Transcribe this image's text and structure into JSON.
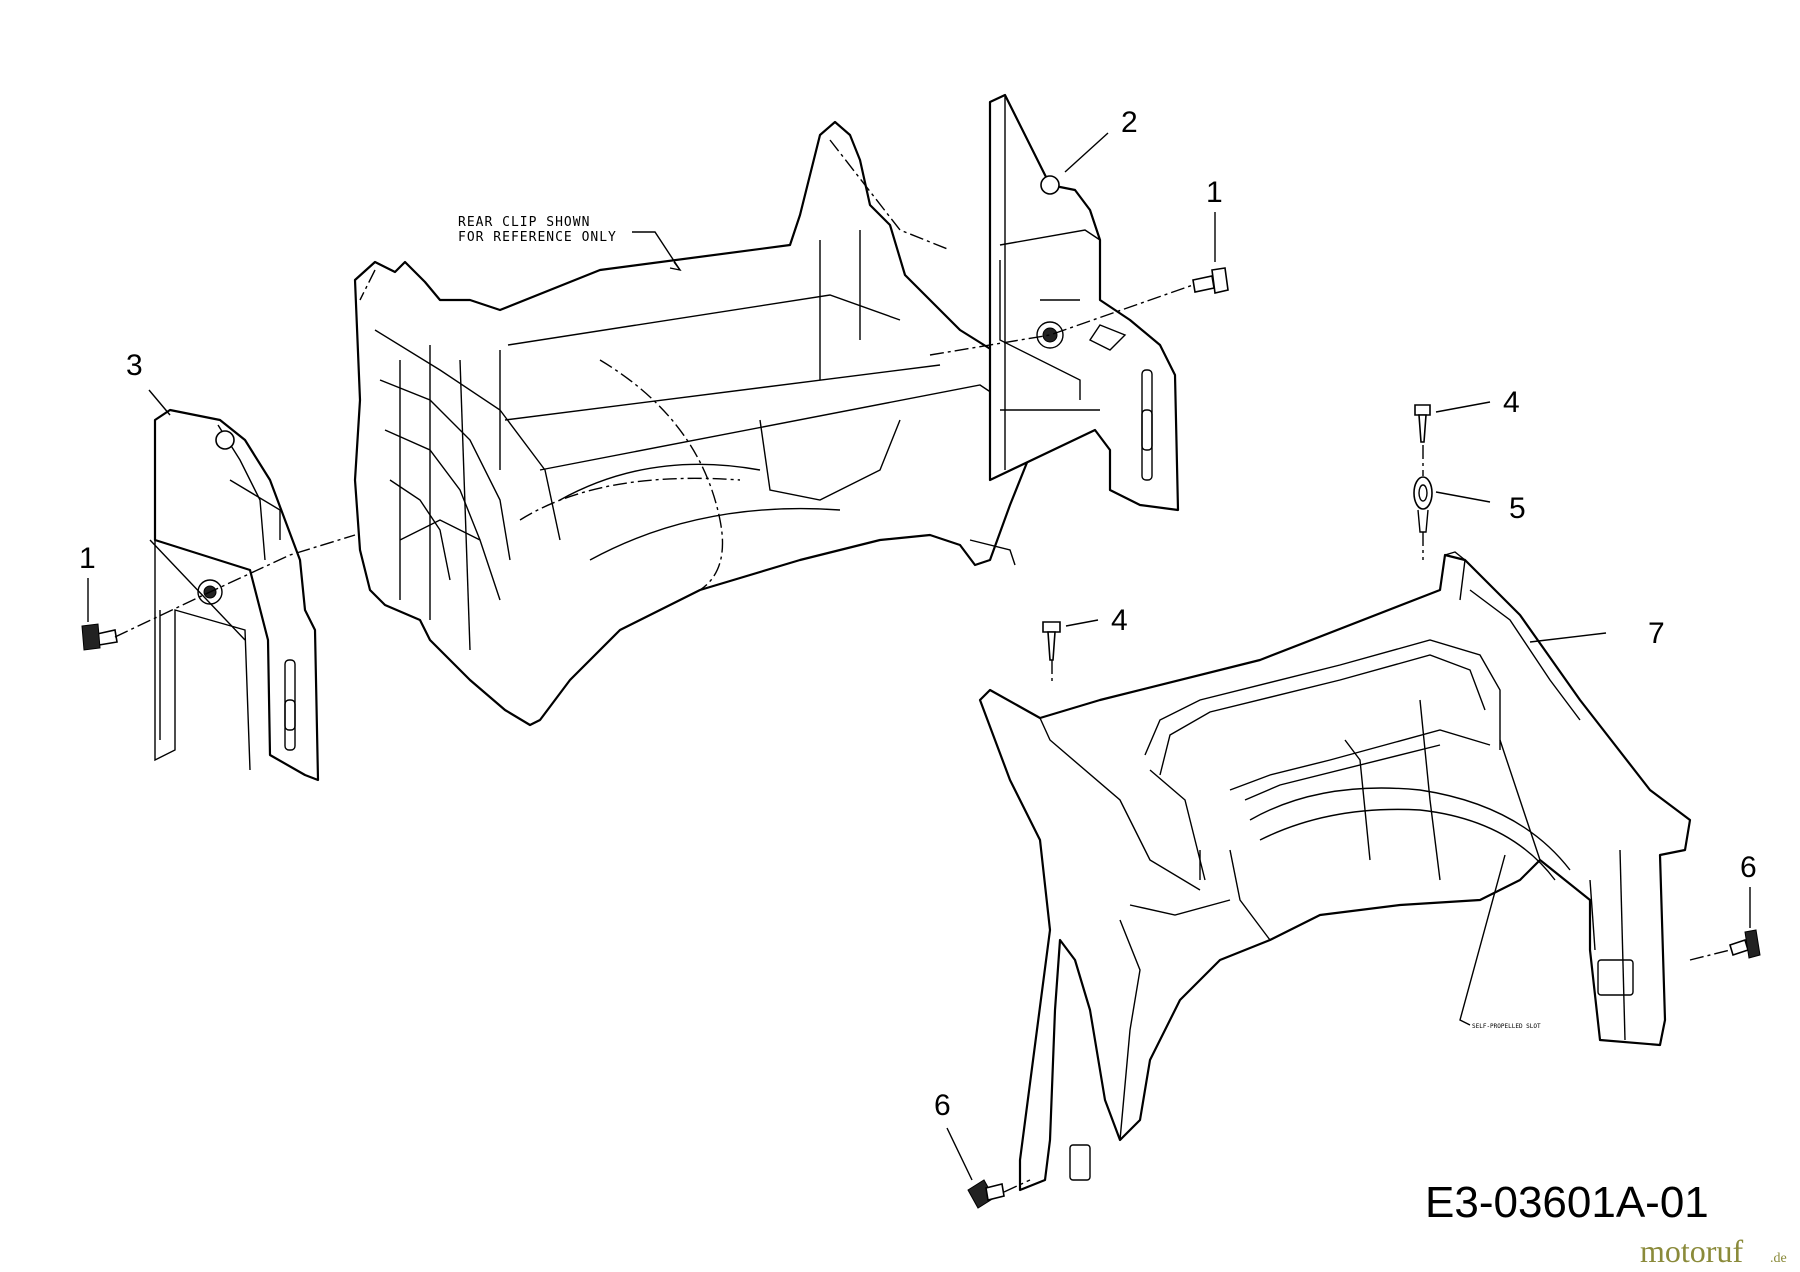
{
  "drawing": {
    "code": "E3-03601A-01",
    "note_line1": "REAR CLIP SHOWN",
    "note_line2": "FOR REFERENCE ONLY",
    "slot_label": "SELF-PROPELLED SLOT"
  },
  "watermark": {
    "text": "motoruf",
    "suffix": ".de",
    "color": "#8a8a3a"
  },
  "callouts": [
    {
      "id": "1",
      "label": "1"
    },
    {
      "id": "1b",
      "label": "1"
    },
    {
      "id": "2",
      "label": "2"
    },
    {
      "id": "3",
      "label": "3"
    },
    {
      "id": "4",
      "label": "4"
    },
    {
      "id": "4b",
      "label": "4"
    },
    {
      "id": "5",
      "label": "5"
    },
    {
      "id": "6",
      "label": "6"
    },
    {
      "id": "6b",
      "label": "6"
    },
    {
      "id": "7",
      "label": "7"
    }
  ]
}
